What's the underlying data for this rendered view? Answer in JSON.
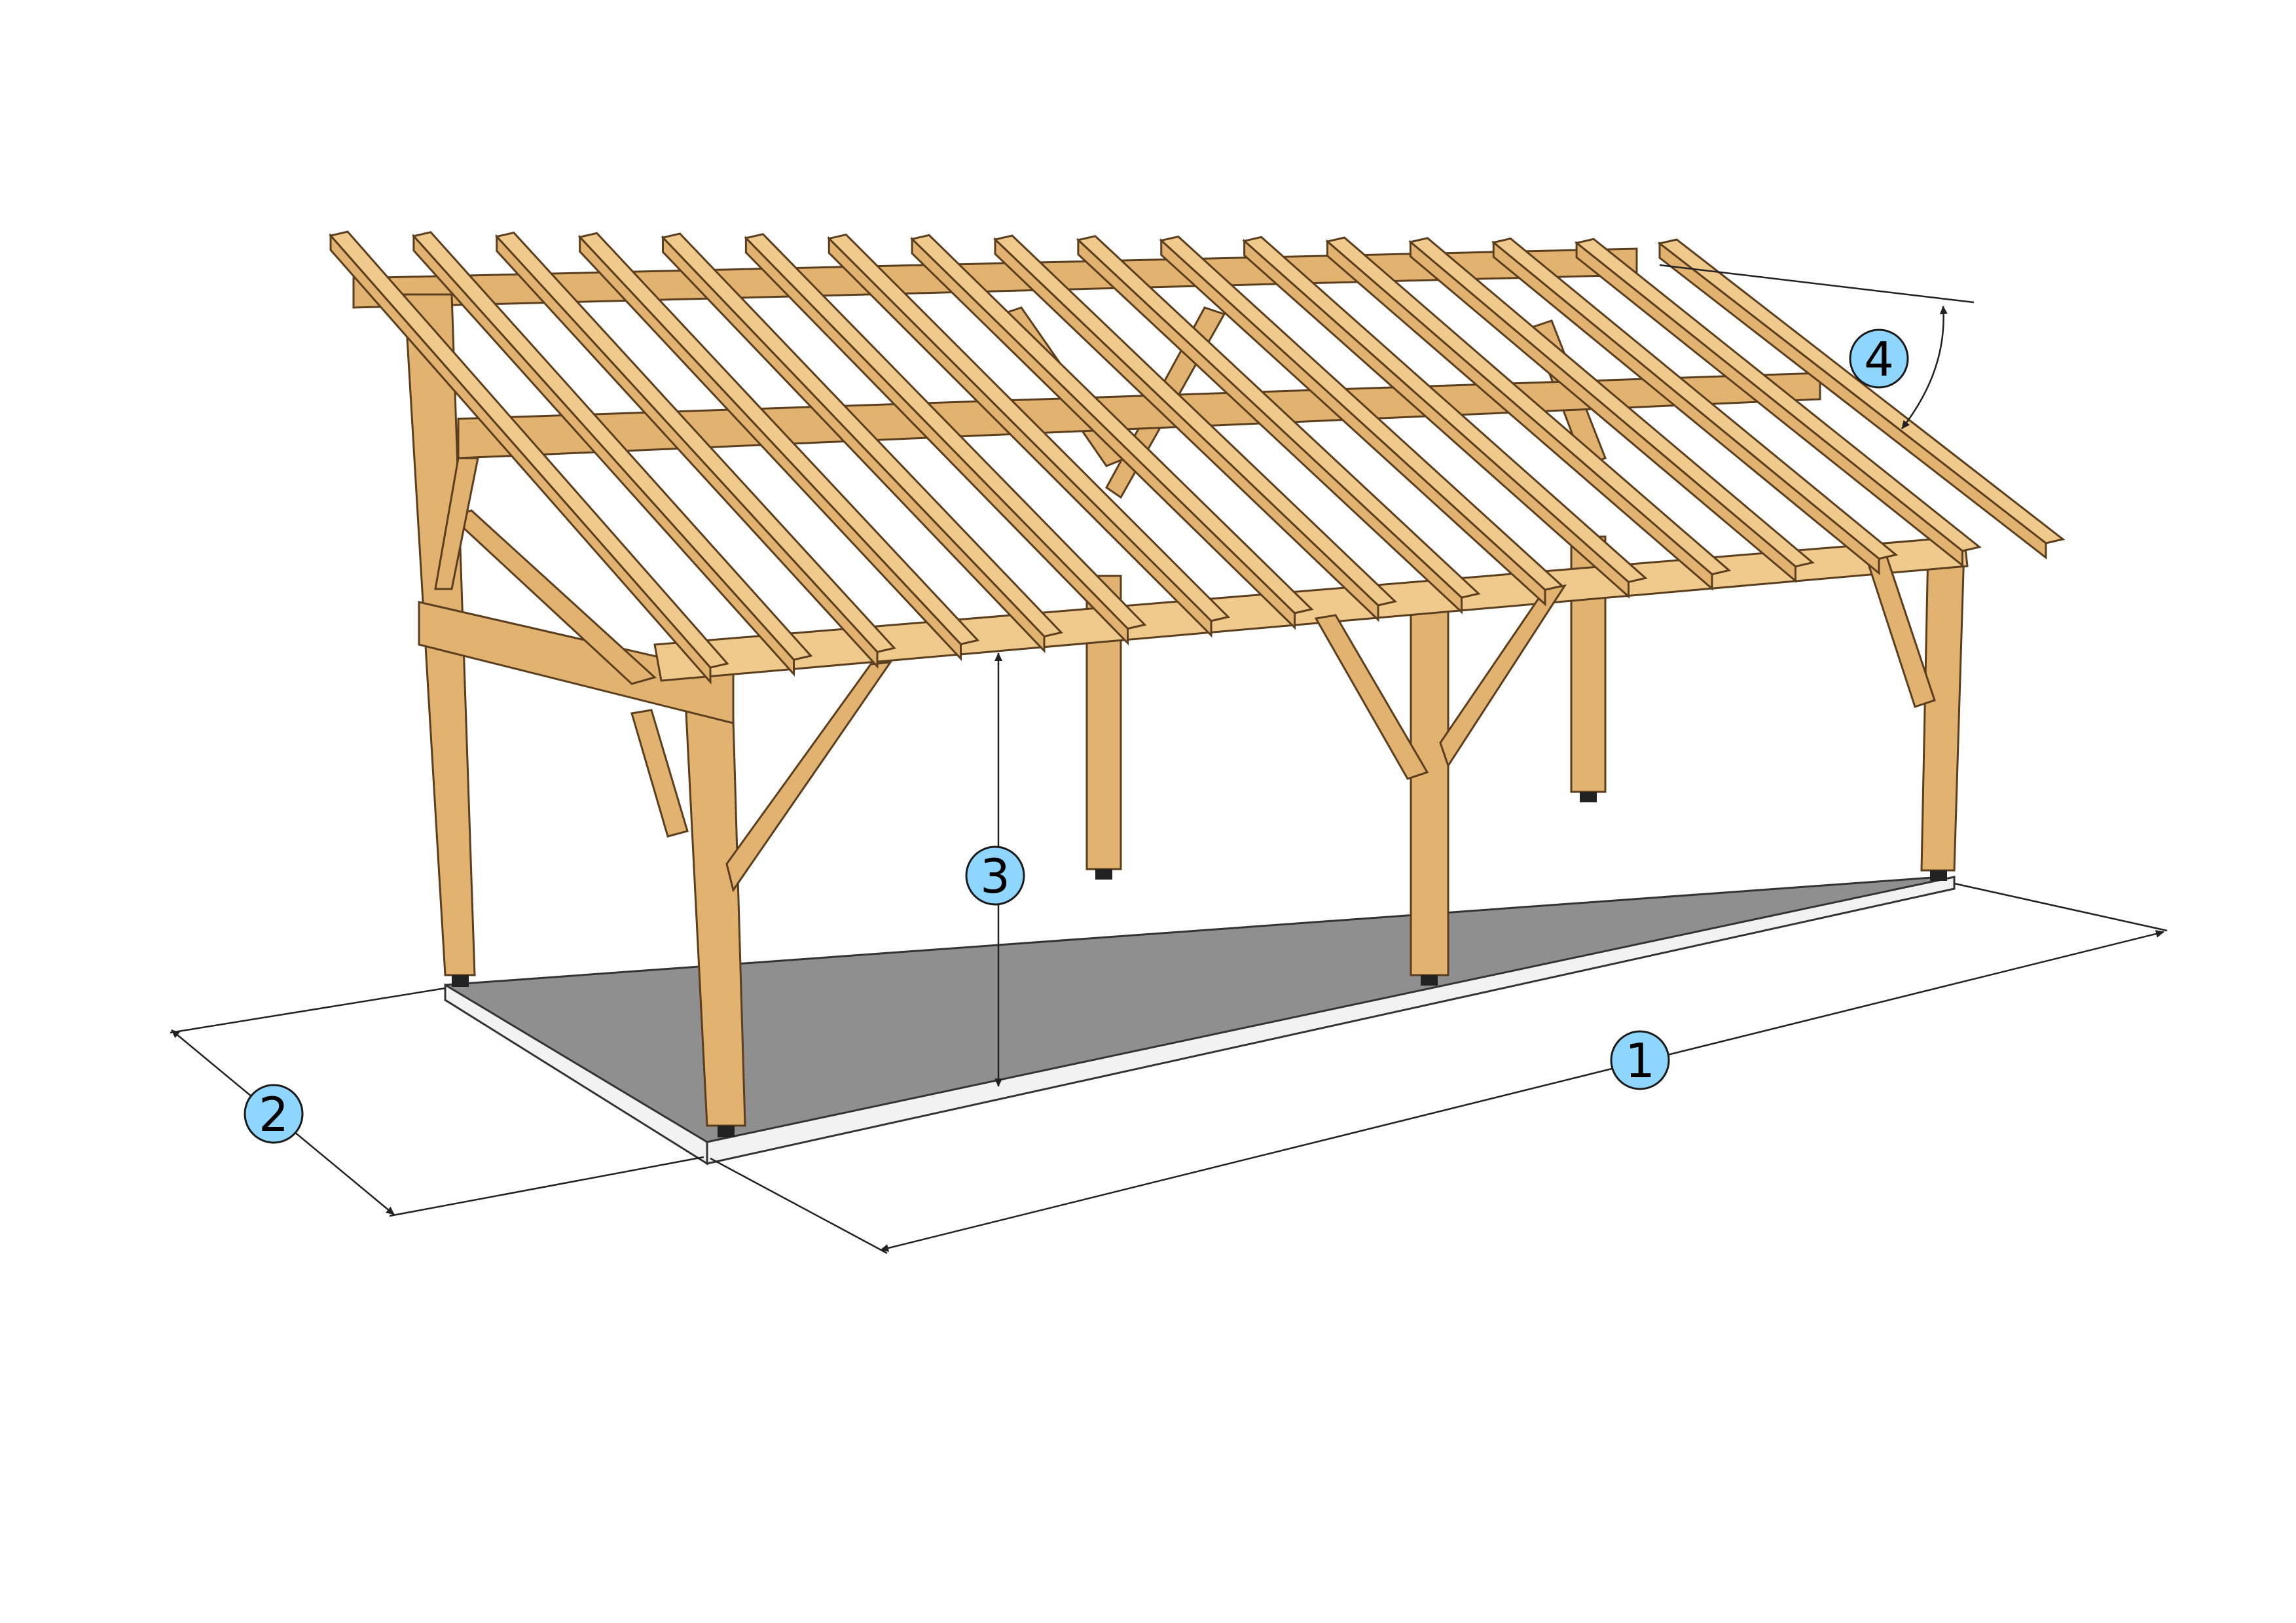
{
  "diagram": {
    "callouts": [
      {
        "id": "length",
        "label": "1"
      },
      {
        "id": "width",
        "label": "2"
      },
      {
        "id": "height",
        "label": "3"
      },
      {
        "id": "roof-angle",
        "label": "4"
      }
    ]
  },
  "colors": {
    "timber": "#e2b270",
    "timber_light": "#f0c98d",
    "timber_dark": "#b8854a",
    "edge": "#5a3e1e",
    "slab_top": "#8f8f8f",
    "slab_edge": "#f2f2f2",
    "dimension_line": "#222222",
    "callout_fill": "#8fd6ff",
    "callout_stroke": "#1a1a1a"
  }
}
